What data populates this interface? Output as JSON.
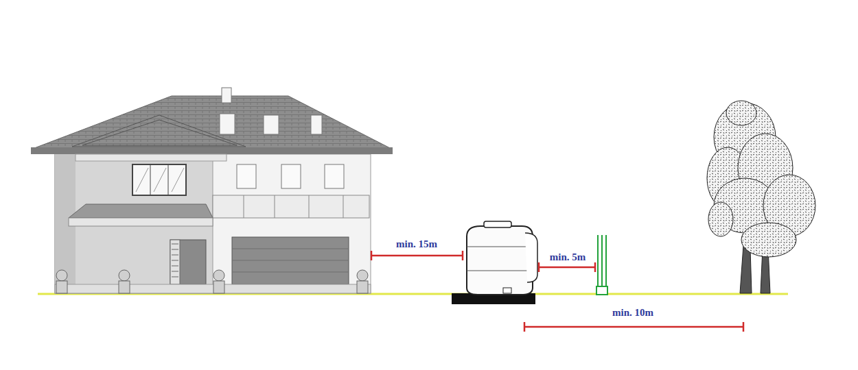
{
  "diagram": {
    "labels": [
      "min. 15m",
      "min. 5m",
      "min. 10m"
    ]
  }
}
